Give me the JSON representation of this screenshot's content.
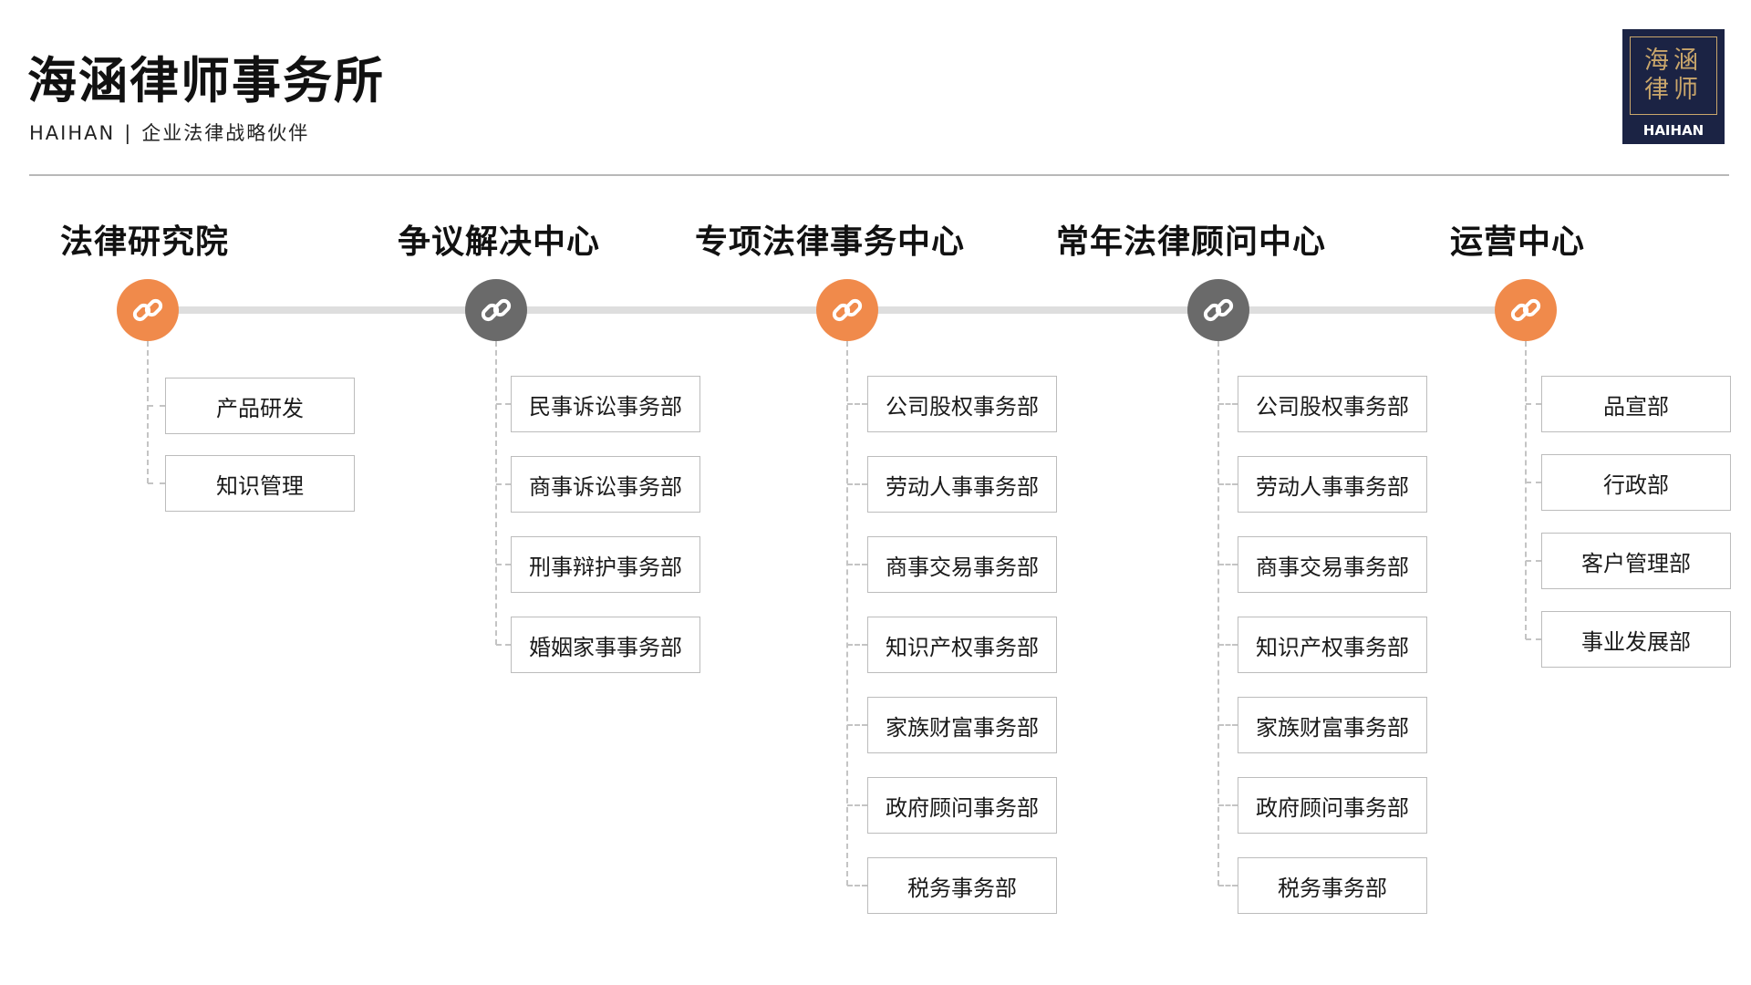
{
  "header": {
    "title": "海涵律师事务所",
    "subtitle_brand": "HAIHAN",
    "subtitle_sep": "|",
    "subtitle_tagline": "企业法律战略伙伴"
  },
  "logo": {
    "cn_line1": "海涵",
    "cn_line2": "律师",
    "en": "HAIHAN",
    "colors": {
      "background": "#1b2344",
      "gold": "#c9a66b"
    }
  },
  "colors": {
    "node_orange": "#f08a4b",
    "node_gray": "#6a6a6a",
    "connector": "#dedede"
  },
  "columns": [
    {
      "title": "法律研究院",
      "node_icon": "link-icon",
      "node_color": "orange",
      "items": [
        "产品研发",
        "知识管理"
      ]
    },
    {
      "title": "争议解决中心",
      "node_icon": "link-icon",
      "node_color": "gray",
      "items": [
        "民事诉讼事务部",
        "商事诉讼事务部",
        "刑事辩护事务部",
        "婚姻家事事务部"
      ]
    },
    {
      "title": "专项法律事务中心",
      "node_icon": "link-icon",
      "node_color": "orange",
      "items": [
        "公司股权事务部",
        "劳动人事事务部",
        "商事交易事务部",
        "知识产权事务部",
        "家族财富事务部",
        "政府顾问事务部",
        "税务事务部"
      ]
    },
    {
      "title": "常年法律顾问中心",
      "node_icon": "link-icon",
      "node_color": "gray",
      "items": [
        "公司股权事务部",
        "劳动人事事务部",
        "商事交易事务部",
        "知识产权事务部",
        "家族财富事务部",
        "政府顾问事务部",
        "税务事务部"
      ]
    },
    {
      "title": "运营中心",
      "node_icon": "link-icon",
      "node_color": "orange",
      "items": [
        "品宣部",
        "行政部",
        "客户管理部",
        "事业发展部"
      ]
    }
  ]
}
